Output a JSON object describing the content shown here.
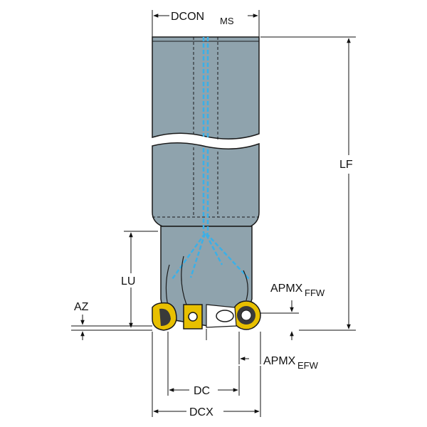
{
  "colors": {
    "body": "#8fa3ad",
    "body_dark": "#6f838e",
    "outline": "#1a1a1a",
    "coolant": "#3ab0e8",
    "insert": "#e8c000",
    "insert_dark": "#3a3a3a"
  },
  "labels": {
    "dcon": "DCON",
    "dcon_sub": "MS",
    "lf": "LF",
    "lu": "LU",
    "az": "AZ",
    "apmx_ffw": "APMX",
    "apmx_ffw_sub": "FFW",
    "apmx_efw": "APMX",
    "apmx_efw_sub": "EFW",
    "dc": "DC",
    "dcx": "DCX"
  }
}
